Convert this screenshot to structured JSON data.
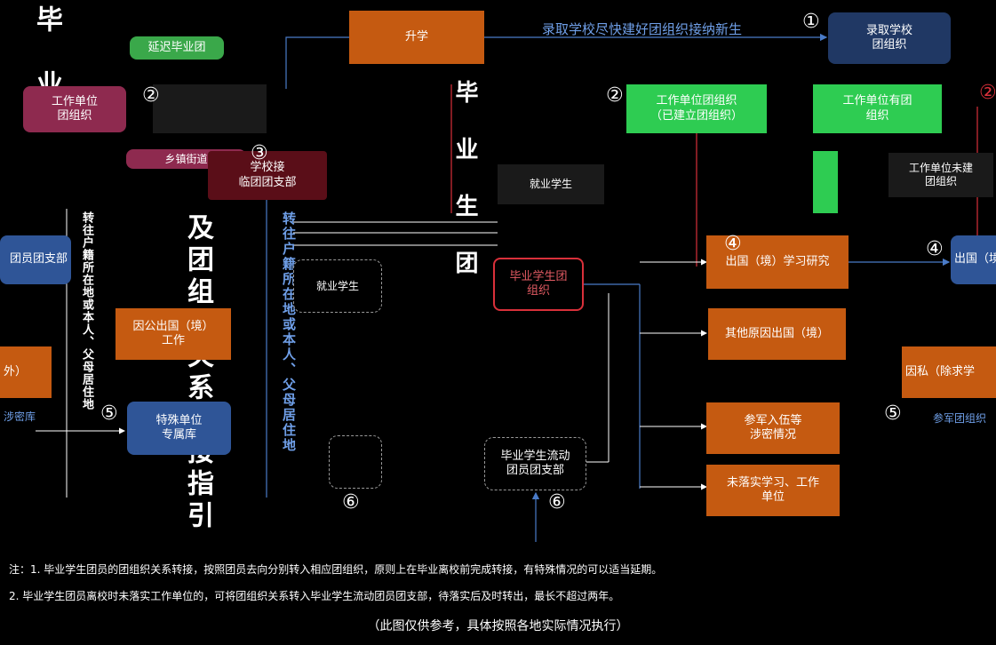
{
  "title_chars": [
    "毕",
    "业"
  ],
  "top": {
    "shengxue": "升学",
    "arrow_label": "录取学校尽快建好团组织接纳新生",
    "circle_1": "①",
    "admit_school": "录取学校\n团组织",
    "green_left": "延迟毕业团",
    "work_unit_left": "工作单位\n团组织",
    "work_unit_right_green": "工作单位团组织\n（已建立团组织）",
    "work_unit_has_org": "工作单位有团\n组织",
    "work_unit_no_org": "工作单位未建\n团组织",
    "township": "乡镇街道",
    "temp_branch": "学校接\n临团团支部",
    "circle_2": "②",
    "circle_3": "③"
  },
  "middle_vertical_chars": [
    "毕",
    "业",
    "生",
    "团"
  ],
  "left_vertical": "及团组织关系转接指引",
  "left_vertical_small_1": "转往户籍所在地或本人、父母居住地",
  "left_vertical_small_2": "转往户籍所在地或本人、父母居住地",
  "nodes": {
    "employed": "就业学生",
    "grad_org": "毕业学生团\n组织",
    "study_abroad": "出国（境）学习研究",
    "abroad_branch": "出国（境）学习研究团",
    "other_abroad": "其他原因出国（境）",
    "private_reason": "因私（除求学",
    "official_abroad": "因公出国（境）\n工作",
    "left_outer": "外）",
    "left_branch": "团员团支部",
    "special_unit": "特殊单位\n专属库",
    "left_small": "涉密库",
    "secret": "参军入伍等\n涉密情况",
    "right_small": "参军团组织",
    "flow_branch": "毕业学生流动\n团员团支部",
    "no_work": "未落实学习、工作\n单位",
    "circle_4": "④",
    "circle_5": "⑤",
    "circle_6": "⑥"
  },
  "footer": {
    "line1": "注：1. 毕业学生团员的团组织关系转接，按照团员去向分别转入相应团组织，原则上在毕业离校前完成转接，有特殊情况的可以适当延期。",
    "line2": "2. 毕业学生团员离校时未落实工作单位的，可将团组织关系转入毕业学生流动团员团支部，待落实后及时转出，最长不超过两年。",
    "line3": "（此图仅供参考，具体按照各地实际情况执行）"
  }
}
